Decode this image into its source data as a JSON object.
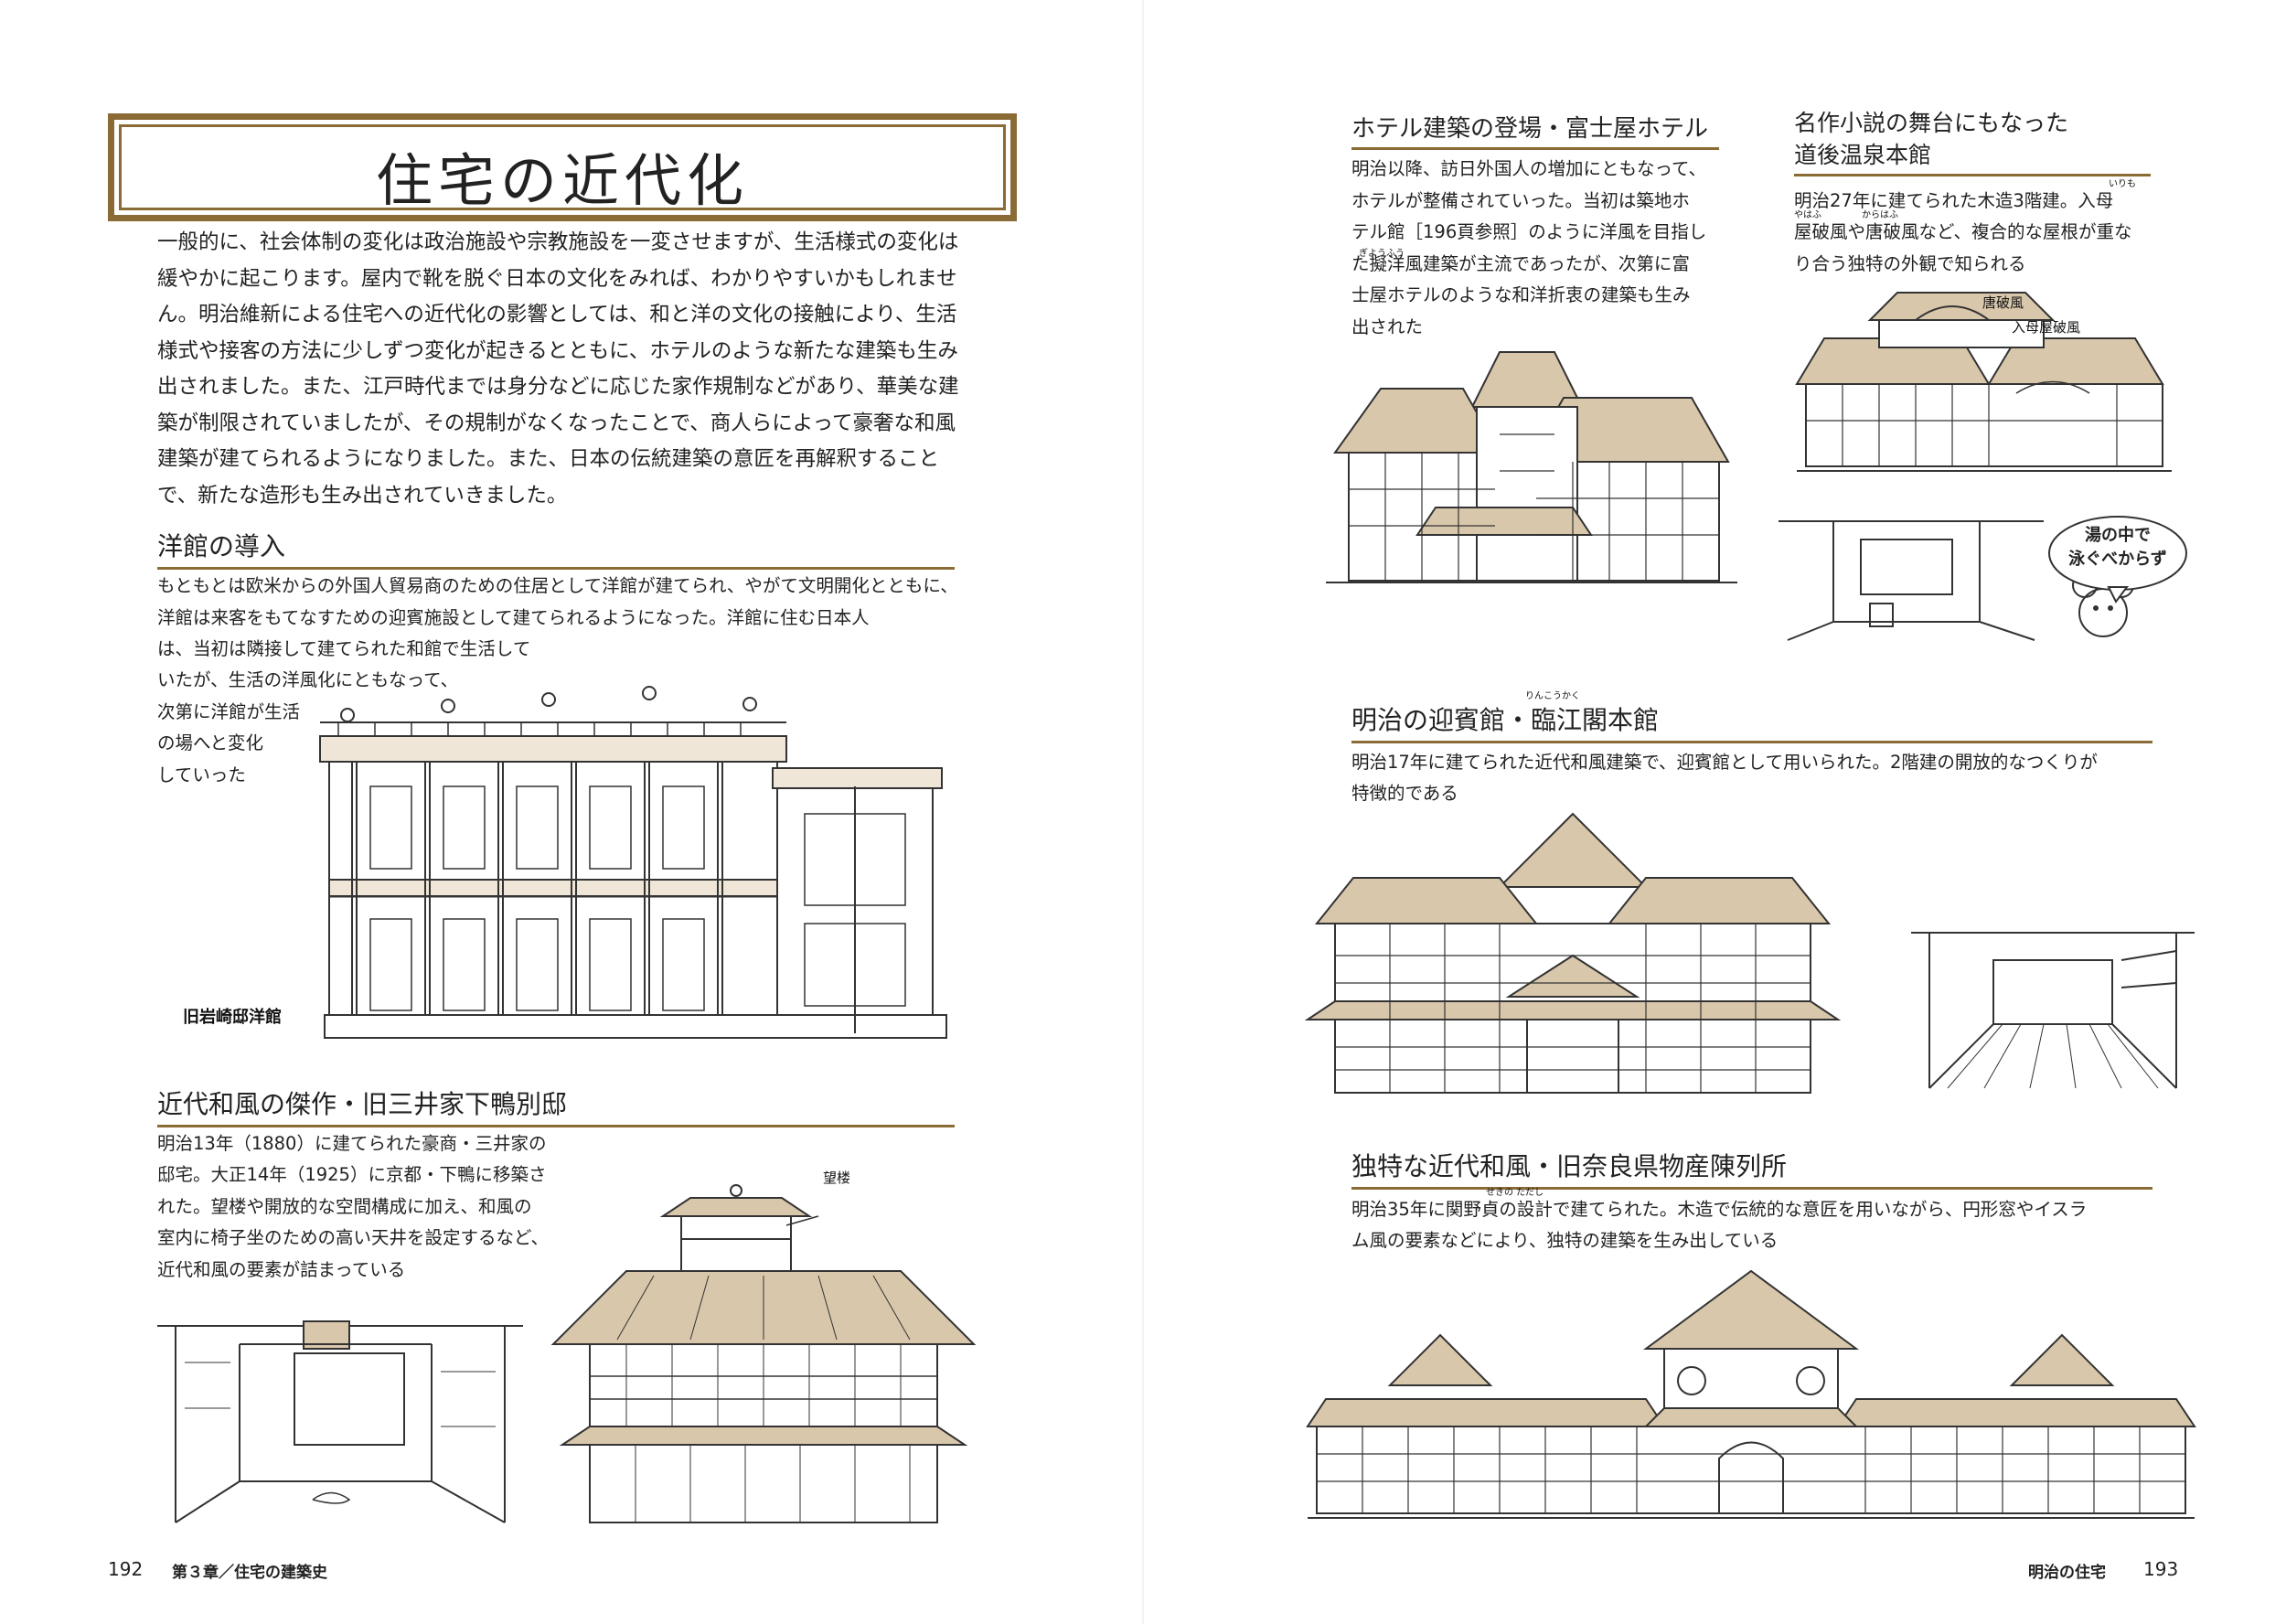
{
  "left_page": {
    "title": "住宅の近代化",
    "intro": "一般的に、社会体制の変化は政治施設や宗教施設を一変させますが、生活様式の変化は緩やかに起こります。屋内で靴を脱ぐ日本の文化をみれば、わかりやすいかもしれません。明治維新による住宅への近代化の影響としては、和と洋の文化の接触により、生活様式や接客の方法に少しずつ変化が起きるとともに、ホテルのような新たな建築も生み出されました。また、江戸時代までは身分などに応じた家作規制などがあり、華美な建築が制限されていましたが、その規制がなくなったことで、商人らによって豪奢な和風建築が建てられるようになりました。また、日本の伝統建築の意匠を再解釈することで、新たな造形も生み出されていきました。",
    "section1": {
      "heading": "洋館の導入",
      "body_wide": "もともとは欧米からの外国人貿易商のための住居として洋館が建てられ、やがて文明開化とともに、洋館は来客をもてなすための迎賓施設として建てられるようになった。洋館に住む日本人",
      "body_lines": [
        "は、当初は隣接して建てられた和館で生活して",
        "いたが、生活の洋風化にともなって、",
        "次第に洋館が生活",
        "の場へと変化",
        "していった"
      ],
      "caption": "旧岩崎邸洋館"
    },
    "section2": {
      "heading": "近代和風の傑作・旧三井家下鴨別邸",
      "body_lines": [
        "明治13年（1880）に建てられた豪商・三井家の",
        "邸宅。大正14年（1925）に京都・下鴨に移築さ",
        "れた。望楼や開放的な空間構成に加え、和風の",
        "室内に椅子坐のための高い天井を設定するなど、",
        "近代和風の要素が詰まっている"
      ],
      "label": "望楼"
    },
    "footer": {
      "page_number": "192",
      "chapter": "第３章／住宅の建築史"
    }
  },
  "right_page": {
    "section_hotel": {
      "heading": "ホテル建築の登場・富士屋ホテル",
      "body_lines": [
        "明治以降、訪日外国人の増加にともなって、",
        "ホテルが整備されていった。当初は築地ホ",
        "テル館［196頁参照］のように洋風を目指し",
        "た擬洋風建築が主流であったが、次第に富",
        "士屋ホテルのような和洋折衷の建築も生み",
        "出された"
      ],
      "ruby": "ぎようふう"
    },
    "section_dogo": {
      "heading_line1": "名作小説の舞台にもなった",
      "heading_line2": "道後温泉本館",
      "body_lines": [
        "明治27年に建てられた木造3階建。入母",
        "屋破風や唐破風など、複合的な屋根が重な",
        "り合う独特の外観で知られる"
      ],
      "ruby_irimoya": "いりも",
      "ruby_hafu": "やはふ",
      "ruby_karahafu": "からはふ",
      "label_karahafu": "唐破風",
      "label_irimoya": "入母屋破風",
      "bubble_line1": "湯の中で",
      "bubble_line2": "泳ぐべからず"
    },
    "section_rinko": {
      "heading": "明治の迎賓館・臨江閣本館",
      "ruby": "りんこうかく",
      "body_lines": [
        "明治17年に建てられた近代和風建築で、迎賓館として用いられた。2階建の開放的なつくりが",
        "特徴的である"
      ]
    },
    "section_nara": {
      "heading": "独特な近代和風・旧奈良県物産陳列所",
      "ruby": "せきの ただし",
      "body_lines": [
        "明治35年に関野貞の設計で建てられた。木造で伝統的な意匠を用いながら、円形窓やイスラ",
        "ム風の要素などにより、独特の建築を生み出している"
      ]
    },
    "footer": {
      "page_number": "193",
      "section_name": "明治の住宅"
    }
  },
  "colors": {
    "accent": "#8b6b35",
    "roof_fill": "#d9c7ab",
    "text": "#222222"
  }
}
